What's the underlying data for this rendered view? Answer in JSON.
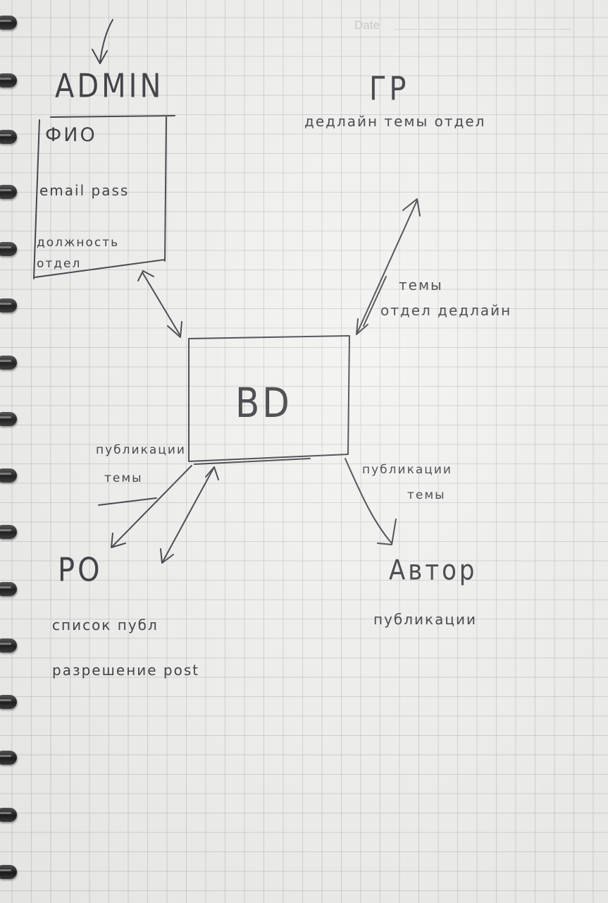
{
  "header": {
    "date_label": "Date"
  },
  "admin": {
    "title": "ADMIN",
    "fields": [
      "ФИО",
      "email pass",
      "должность",
      "отдел"
    ]
  },
  "gr": {
    "title": "ГР",
    "fields_line": "дедлайн темы отдел"
  },
  "center": {
    "label": "BD"
  },
  "edge_labels": {
    "gr_link_line1": "темы",
    "gr_link_line2": "отдел дедлайн",
    "po_link_line1": "публикации",
    "po_link_line2": "темы",
    "author_link_line1": "публикации",
    "author_link_line2": "темы"
  },
  "po": {
    "title": "РО",
    "line1": "список публ",
    "line2": "разрешение post"
  },
  "author": {
    "title": "Автор",
    "line1": "публикации"
  },
  "ink_color": "#3f3f46",
  "grid_color": "#96969b"
}
